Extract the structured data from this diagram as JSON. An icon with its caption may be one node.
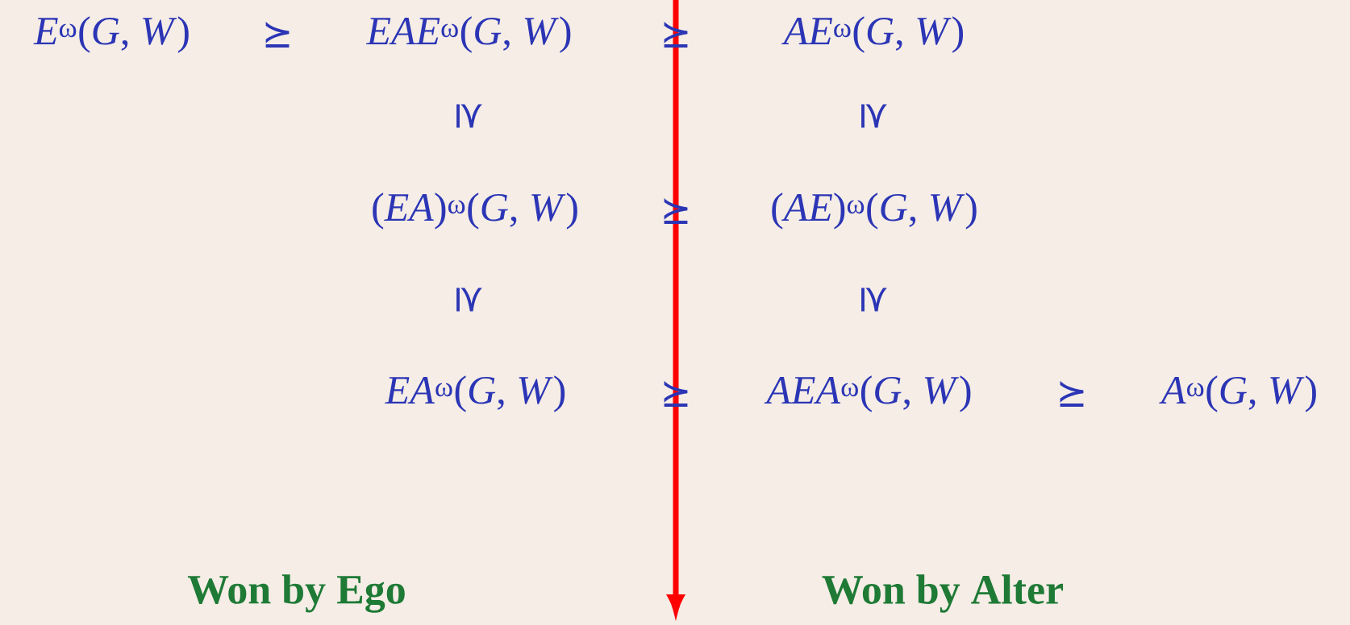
{
  "diagram": {
    "labels": [
      "*E*$^{ω}$(*G*, *W*)",
      "⪰",
      "*EAE*$^{ω}$(*G*, *W*)",
      "⪰",
      "*AE*$^{ω}$(*G*, *W*)",
      "⪰",
      "⪰",
      "(*EA*)$^{ω}$(*G*, *W*)",
      "⪰",
      "(*AE*)$^{ω}$(*G*, *W*)",
      "⪰",
      "⪰",
      "*EA*$^{ω}$(*G*, *W*)",
      "⪰",
      "*AEA*$^{ω}$(*G*, *W*)",
      "⪰",
      "*A*$^{ω}$(*G*, *W*)",
      "Won by Ego",
      "Won by Alter"
    ]
  }
}
